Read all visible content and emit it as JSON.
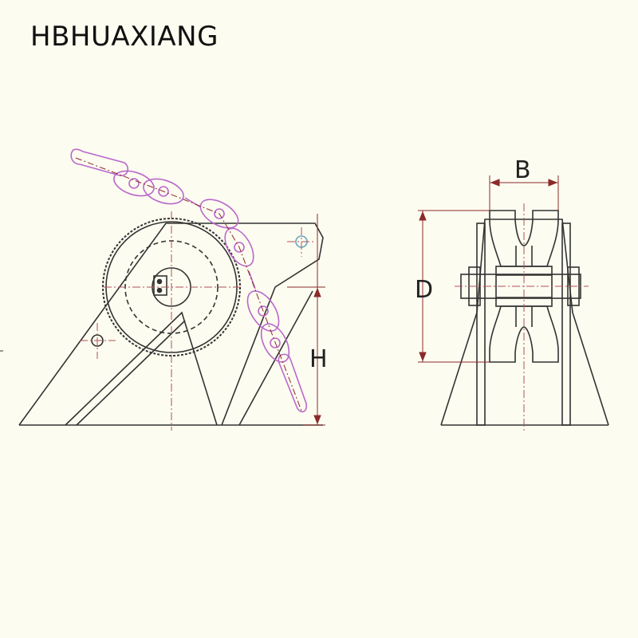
{
  "brand": "HBHUAXIANG",
  "dimensions": {
    "b": "B",
    "d": "D",
    "h": "H"
  },
  "colors": {
    "background": "#fdfcf0",
    "line": "#333333",
    "center_line": "#b0505a",
    "chain": "#b868cc",
    "dim_line": "#8a2a2a"
  }
}
